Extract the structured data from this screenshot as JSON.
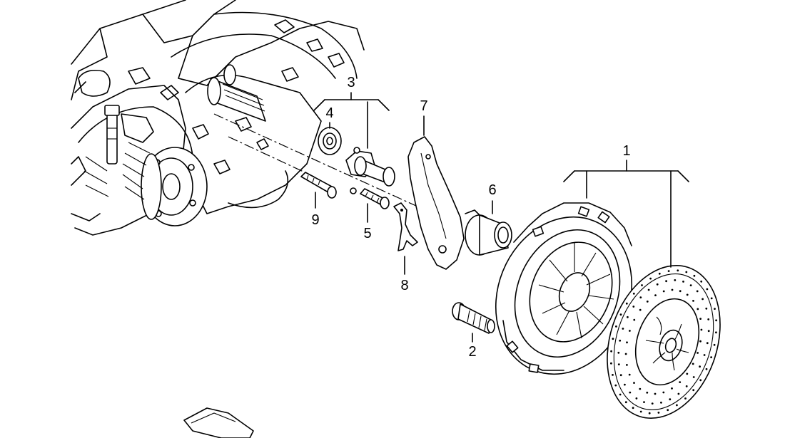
{
  "callouts": {
    "n1": "1",
    "n2": "2",
    "n3": "3",
    "n4": "4",
    "n5": "5",
    "n6": "6",
    "n7": "7",
    "n8": "8",
    "n9": "9"
  }
}
